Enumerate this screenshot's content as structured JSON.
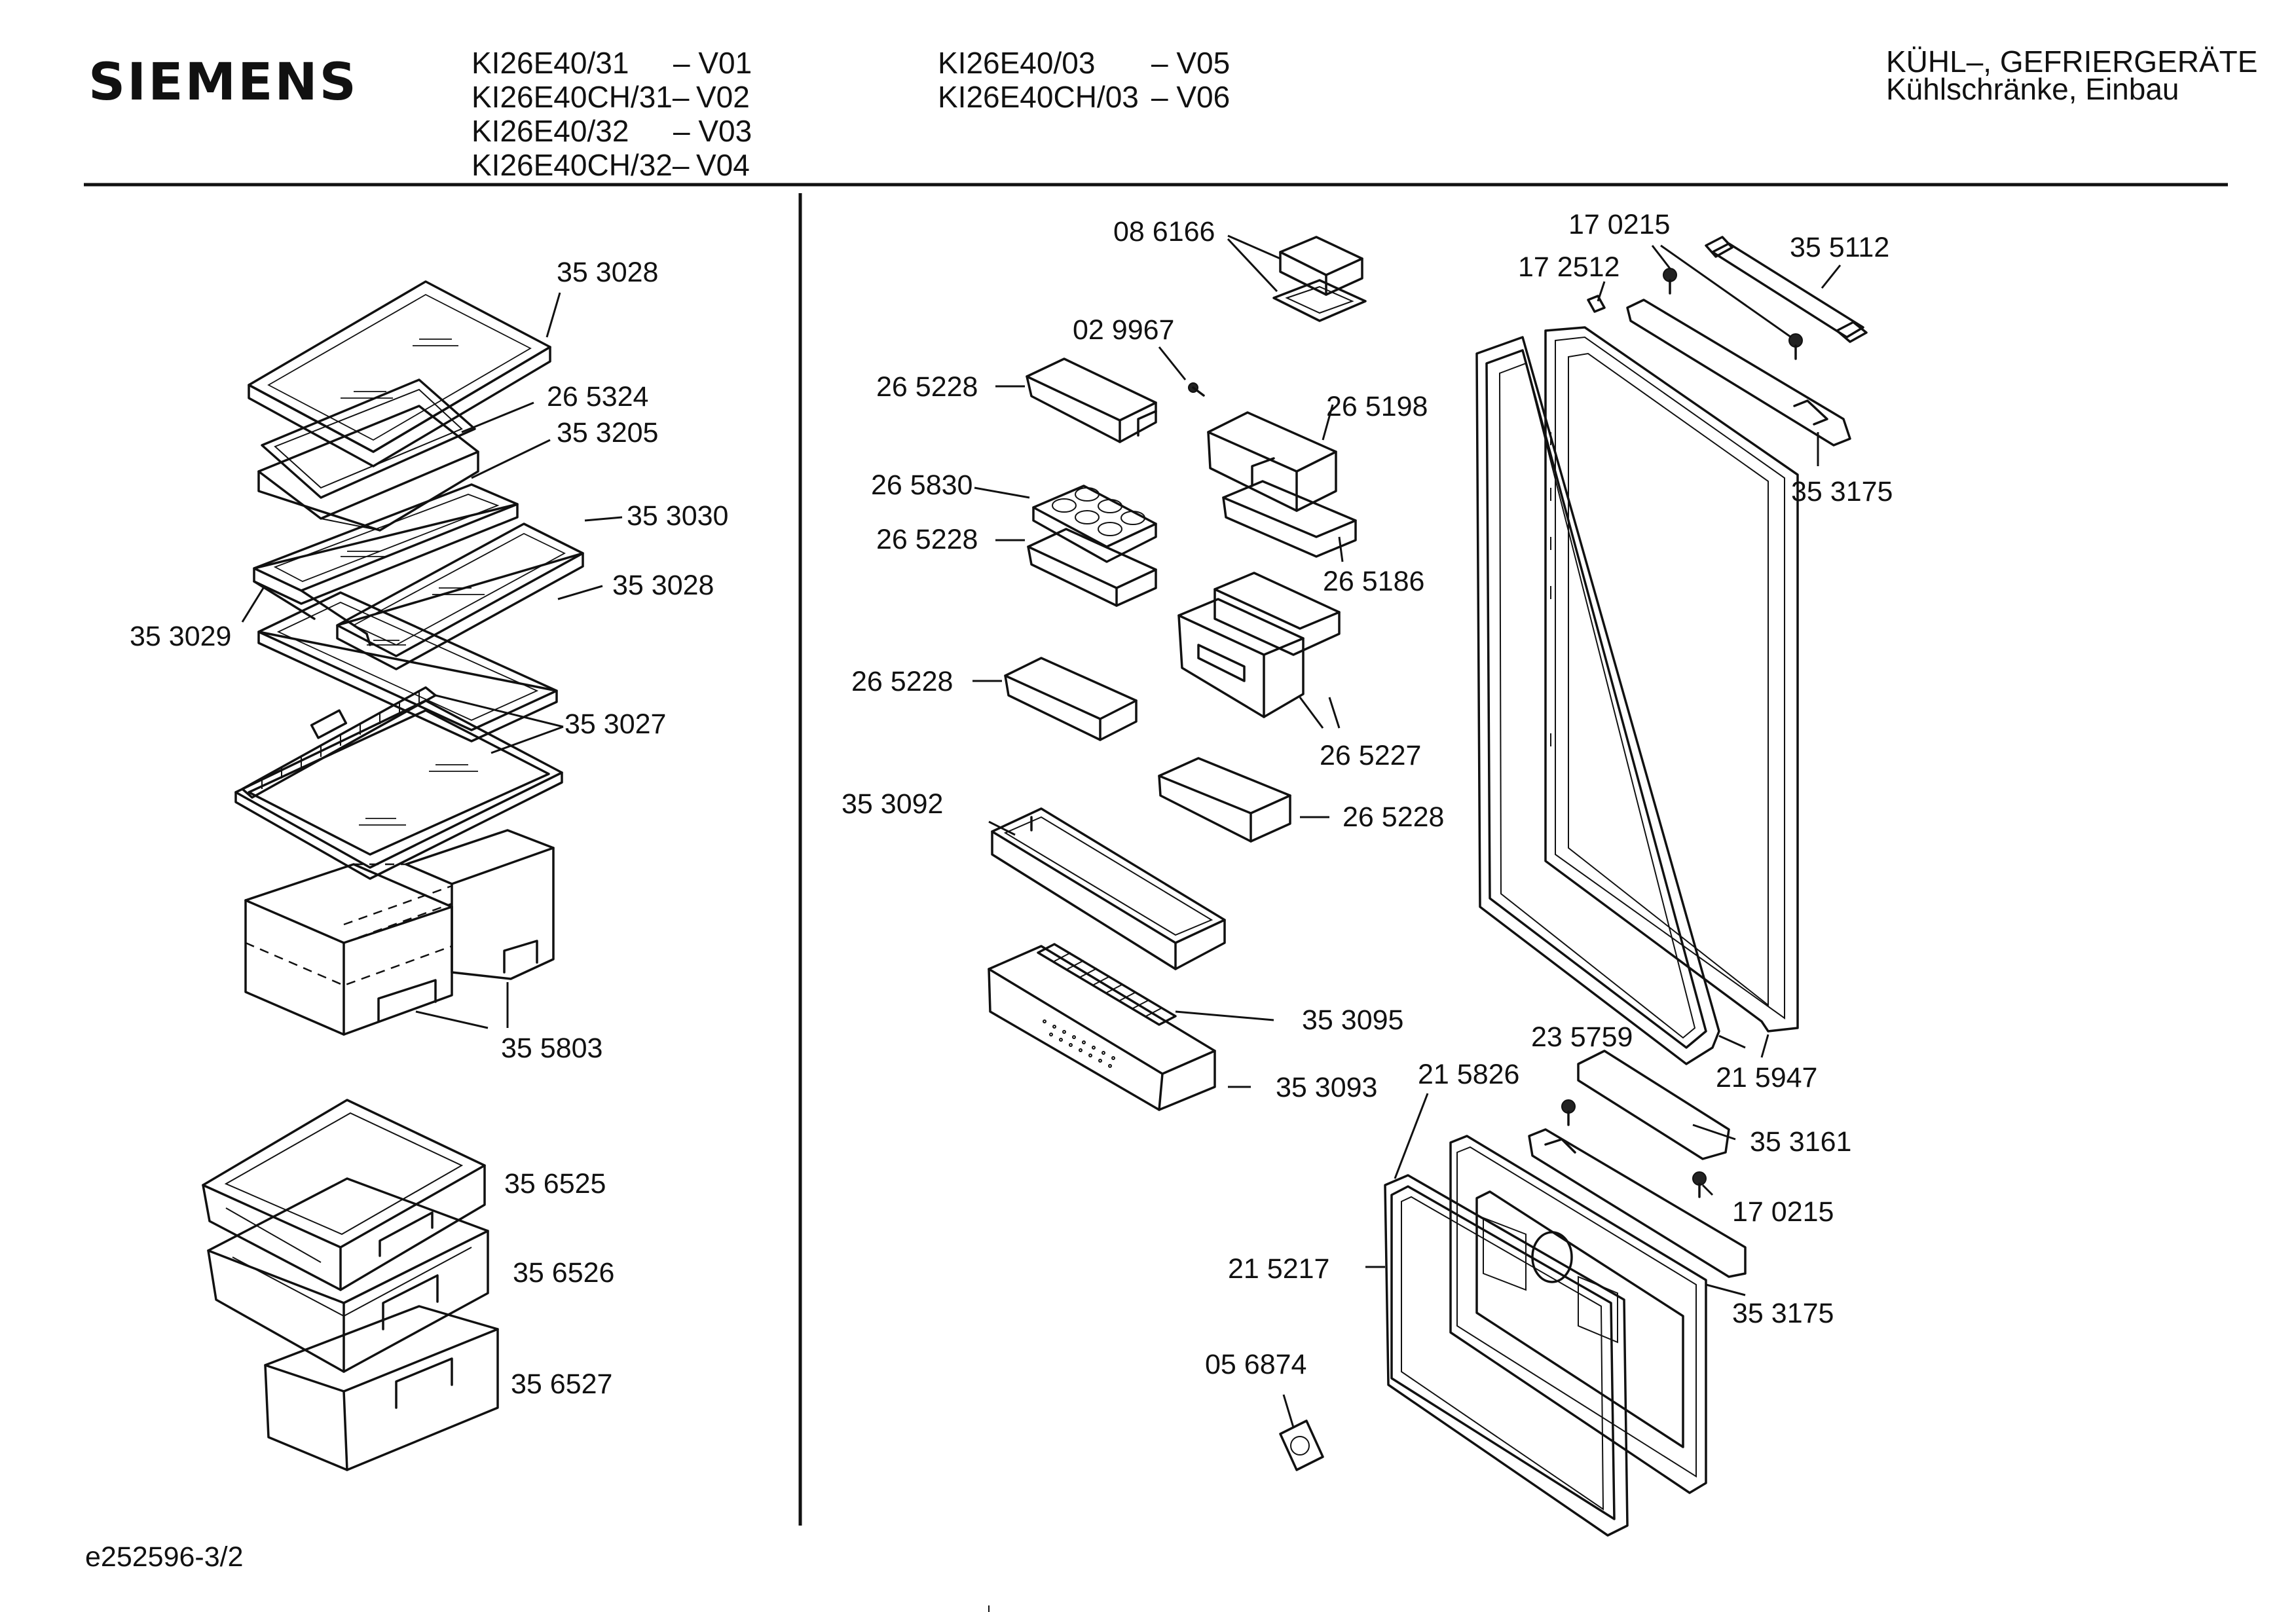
{
  "brand": "SIEMENS",
  "models": [
    {
      "model": "KI26E40/31",
      "variant": "– V01"
    },
    {
      "model": "KI26E40CH/31–",
      "variant": "V02"
    },
    {
      "model": "KI26E40/32",
      "variant": "– V03"
    },
    {
      "model": "KI26E40CH/32–",
      "variant": "V04"
    },
    {
      "model": "KI26E40/03",
      "variant": "– V05"
    },
    {
      "model": "KI26E40CH/03",
      "variant": "– V06"
    }
  ],
  "category": {
    "line1": "KÜHL–, GEFRIERGERÄTE",
    "line2": "Kühlschränke, Einbau"
  },
  "left_parts": [
    "35 3028",
    "26 5324",
    "35 3205",
    "35 3030",
    "35 3028",
    "35 3029",
    "35 3027",
    "35 5803",
    "35 6525",
    "35 6526",
    "35 6527"
  ],
  "right_parts": [
    "08 6166",
    "02 9967",
    "26 5228",
    "26 5198",
    "26 5830",
    "26 5228",
    "26 5186",
    "26 5228",
    "26 5227",
    "26 5228",
    "35 3092",
    "35 3095",
    "35 3093",
    "17 0215",
    "17 2512",
    "35 5112",
    "35 3175",
    "23 5759",
    "21 5826",
    "21 5947",
    "35 3161",
    "17 0215",
    "21 5217",
    "35 3175",
    "05 6874"
  ],
  "footer": {
    "drawing_id": "e252596-3/2"
  }
}
